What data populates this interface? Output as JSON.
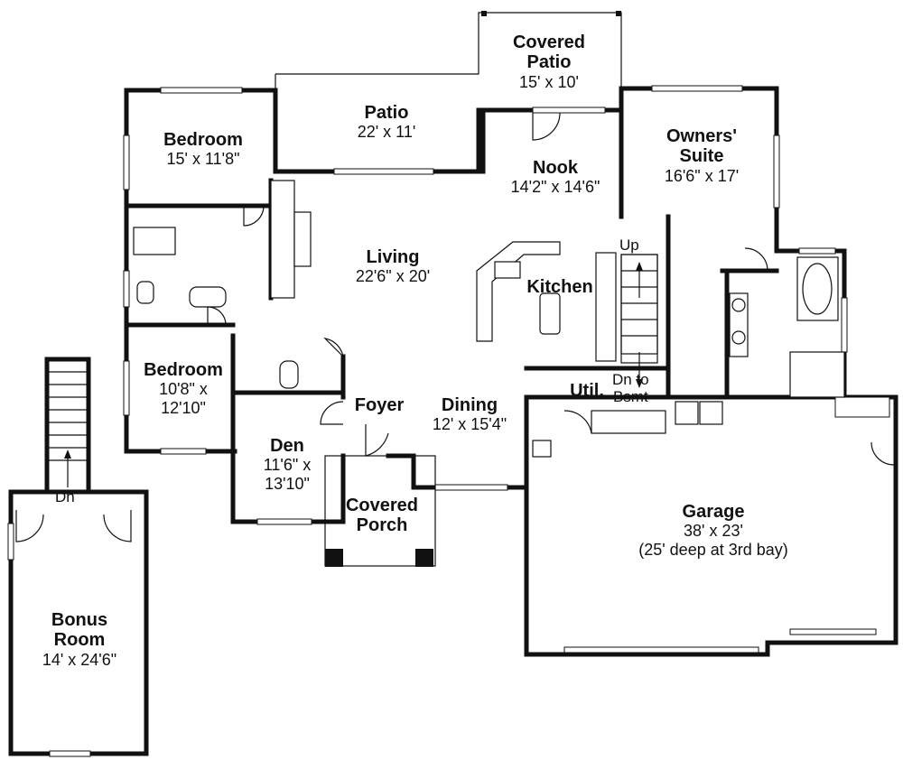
{
  "rooms": {
    "covered_patio": {
      "name_l1": "Covered",
      "name_l2": "Patio",
      "size": "15' x 10'"
    },
    "patio": {
      "name": "Patio",
      "size": "22' x 11'"
    },
    "bedroom_upper": {
      "name": "Bedroom",
      "size": "15' x 11'8\""
    },
    "owners_suite": {
      "name_l1": "Owners'",
      "name_l2": "Suite",
      "size": "16'6\" x 17'"
    },
    "nook": {
      "name": "Nook",
      "size": "14'2\" x 14'6\""
    },
    "living": {
      "name": "Living",
      "size": "22'6\" x 20'"
    },
    "kitchen": {
      "name": "Kitchen"
    },
    "bedroom_lower": {
      "name": "Bedroom",
      "size_l1": "10'8\" x",
      "size_l2": "12'10\""
    },
    "foyer": {
      "name": "Foyer"
    },
    "dining": {
      "name": "Dining",
      "size": "12' x 15'4\""
    },
    "utility": {
      "name": "Util."
    },
    "den": {
      "name": "Den",
      "size_l1": "11'6\" x",
      "size_l2": "13'10\""
    },
    "covered_porch": {
      "name_l1": "Covered",
      "name_l2": "Porch"
    },
    "garage": {
      "name": "Garage",
      "size": "38' x 23'",
      "note": "(25' deep at 3rd bay)"
    },
    "bonus_room": {
      "name_l1": "Bonus",
      "name_l2": "Room",
      "size": "14' x 24'6\""
    }
  },
  "stairs": {
    "up": "Up",
    "dn_bsmt_l1": "Dn to",
    "dn_bsmt_l2": "Bsmt",
    "dn_bonus": "Dn"
  }
}
